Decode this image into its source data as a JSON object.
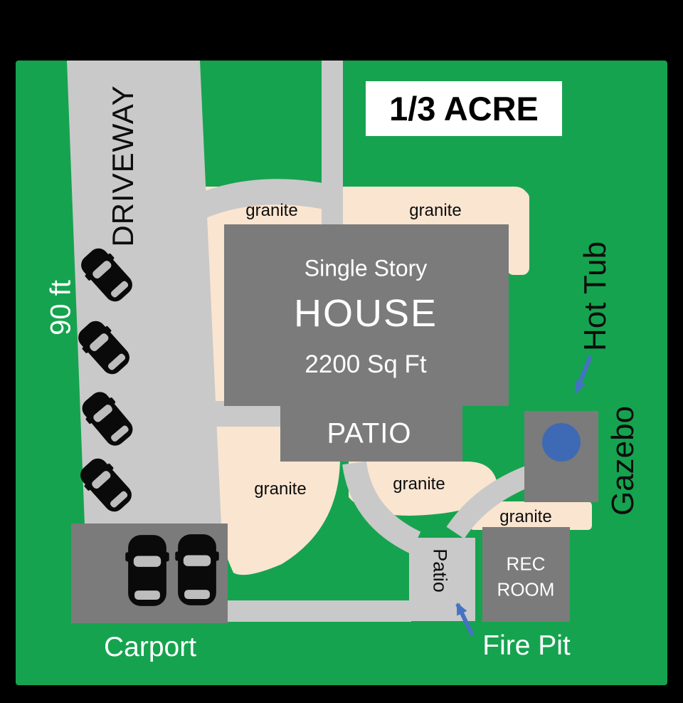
{
  "colors": {
    "grass": "#16A34F",
    "path_gray": "#C9C9C9",
    "building_gray": "#7B7B7B",
    "granite_peach": "#FAE5D1",
    "arrow_blue": "#4472C4",
    "hot_tub_blue": "#3E69B5"
  },
  "area": {
    "label": "1/3 ACRE"
  },
  "driveway": {
    "label": "DRIVEWAY",
    "length": "90 ft"
  },
  "house": {
    "story": "Single Story",
    "name": "HOUSE",
    "size": "2200 Sq Ft"
  },
  "patio": {
    "label": "PATIO"
  },
  "granite": [
    "granite",
    "granite",
    "granite",
    "granite",
    "granite"
  ],
  "gazebo": {
    "label": "Gazebo"
  },
  "hot_tub": {
    "label": "Hot Tub"
  },
  "carport": {
    "label": "Carport"
  },
  "rec_room": {
    "line1": "REC",
    "line2": "ROOM"
  },
  "small_patio": {
    "label": "Patio"
  },
  "fire_pit": {
    "label": "Fire Pit"
  }
}
